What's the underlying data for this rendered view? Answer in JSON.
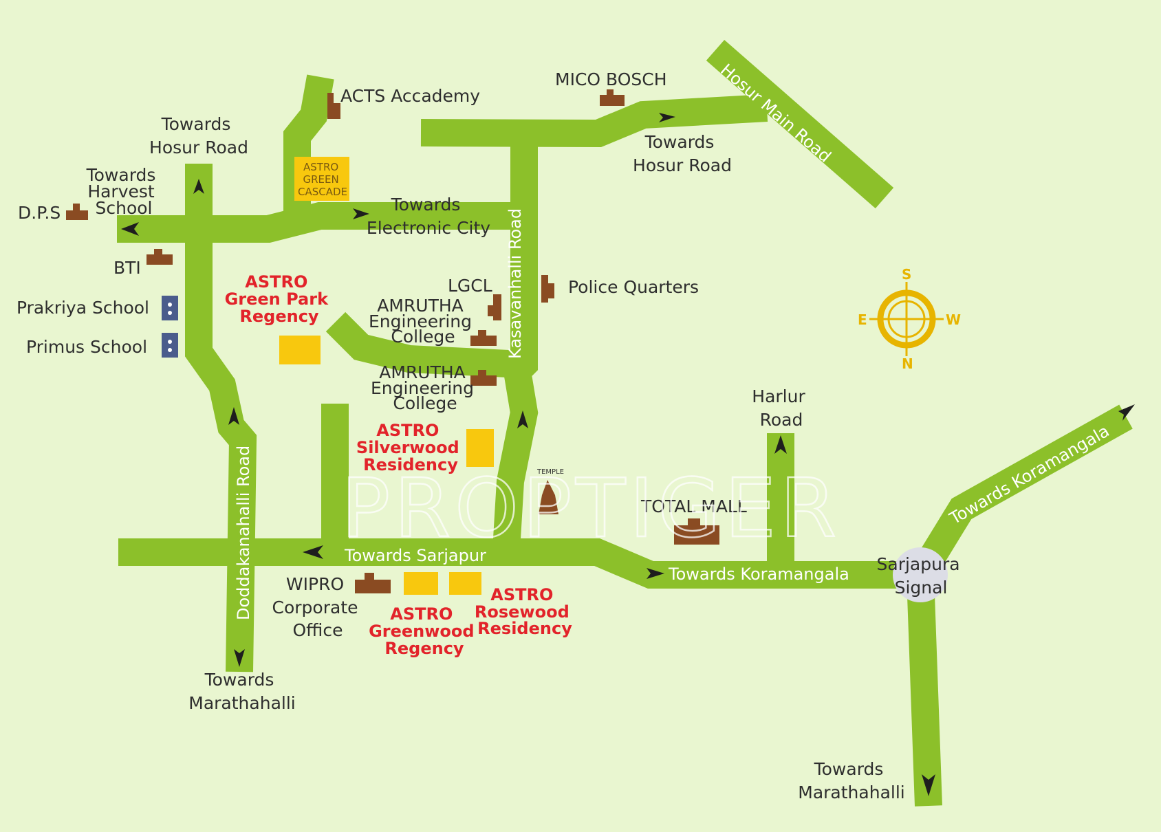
{
  "roads": {
    "hosur_main": "Hosur Main Road",
    "kasavanhalli": "Kasavanhalli Road",
    "doddakanahalli": "Doddakanahalli Road",
    "towards_sarjapur": "Towards Sarjapur",
    "towards_koramangala_1": "Towards Koramangala",
    "towards_koramangala_2": "Towards Koramangala"
  },
  "directions": {
    "hosur_road_left": [
      "Towards",
      "Hosur Road"
    ],
    "hosur_road_top": [
      "Towards",
      "Hosur Road"
    ],
    "harvest_school": [
      "Towards",
      "Harvest",
      "School"
    ],
    "electronic_city": [
      "Towards",
      "Electronic City"
    ],
    "marathahalli_left": [
      "Towards",
      "Marathahalli"
    ],
    "marathahalli_right": [
      "Towards",
      "Marathahalli"
    ],
    "harlur_road": [
      "Harlur",
      "Road"
    ],
    "sarjapura_signal": [
      "Sarjapura",
      "Signal"
    ]
  },
  "landmarks": {
    "acts": "ACTS Accademy",
    "mico": "MICO BOSCH",
    "dps": "D.P.S",
    "bti": "BTI",
    "prakriya": "Prakriya School",
    "primus": "Primus School",
    "lgcl": "LGCL",
    "police": "Police Quarters",
    "amrutha_1": [
      "AMRUTHA",
      "Engineering",
      "College"
    ],
    "amrutha_2": [
      "AMRUTHA",
      "Engineering",
      "College"
    ],
    "temple": "TEMPLE",
    "total_mall": "TOTAL MALL",
    "wipro": [
      "WIPRO",
      "Corporate",
      "Office"
    ]
  },
  "projects": {
    "green_cascade": [
      "ASTRO",
      "GREEN",
      "CASCADE"
    ],
    "green_park": [
      "ASTRO",
      "Green Park",
      "Regency"
    ],
    "silverwood": [
      "ASTRO",
      "Silverwood",
      "Residency"
    ],
    "greenwood": [
      "ASTRO",
      "Greenwood",
      "Regency"
    ],
    "rosewood": [
      "ASTRO",
      "Rosewood",
      "Residency"
    ]
  },
  "compass": {
    "north": "N",
    "south": "S",
    "east": "E",
    "west": "W"
  },
  "watermark": "PROPTIGER",
  "colors": {
    "background": "#e9f6d0",
    "road": "#8cc02a",
    "project_plot": "#f8c80e",
    "project_label": "#e2232a",
    "building_icon": "#8a4b22",
    "school_icon": "#4a5c8c",
    "compass": "#e7b400"
  }
}
